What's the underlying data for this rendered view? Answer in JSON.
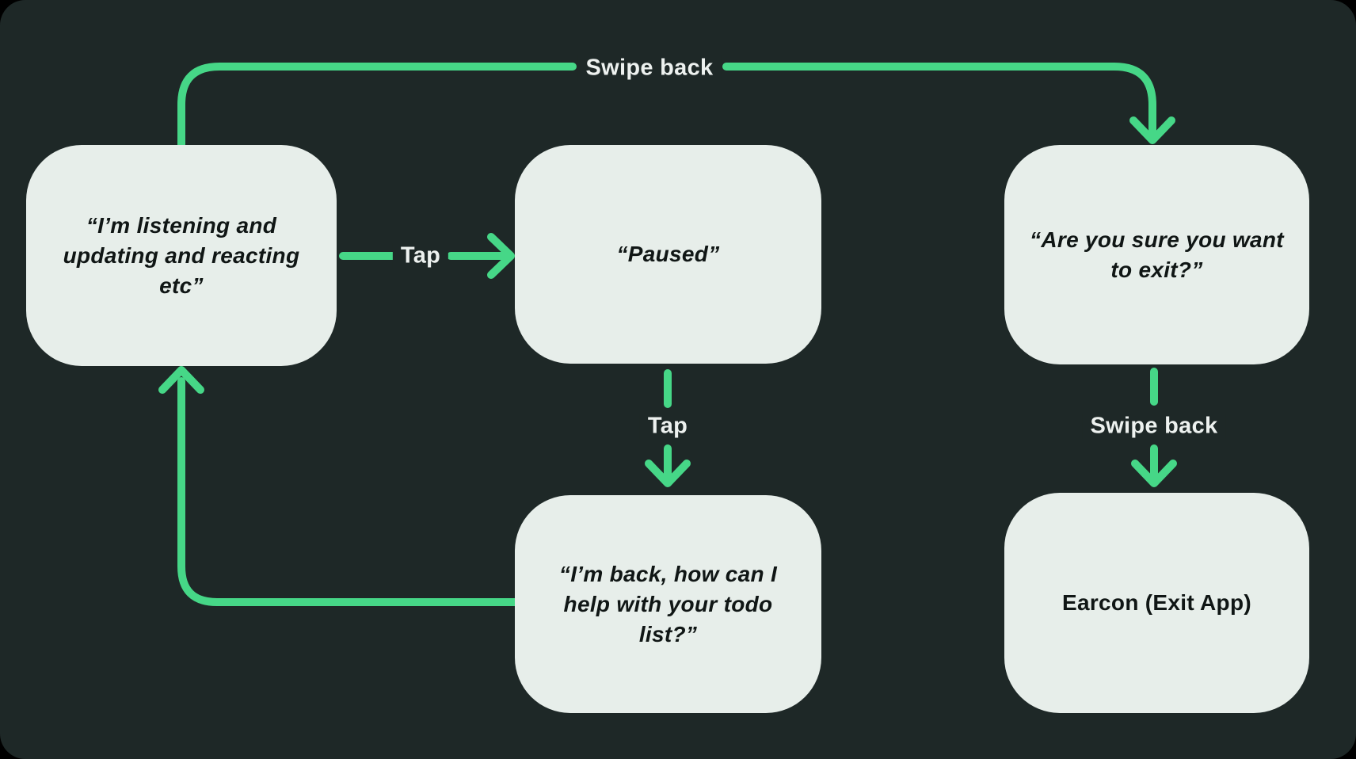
{
  "diagram": {
    "colors": {
      "canvas_bg": "#1e2827",
      "outer_bg": "#000000",
      "node_fill": "#e7eeea",
      "node_text": "#101615",
      "edge": "#46d787",
      "edge_label_text": "#edf1ef"
    },
    "nodes": [
      {
        "id": "listening",
        "text": "“I’m listening and updating and reacting etc”"
      },
      {
        "id": "paused",
        "text": "“Paused”"
      },
      {
        "id": "confirm-exit",
        "text": "“Are you sure you want to exit?”"
      },
      {
        "id": "back-todo",
        "text": "“I’m back, how can I help with your todo list?”"
      },
      {
        "id": "earcon-exit",
        "text": "Earcon (Exit App)"
      }
    ],
    "edges": [
      {
        "id": "swipe-back-top",
        "label": "Swipe back",
        "from": "listening",
        "to": "confirm-exit"
      },
      {
        "id": "tap-pause",
        "label": "Tap",
        "from": "listening",
        "to": "paused"
      },
      {
        "id": "tap-resume",
        "label": "Tap",
        "from": "paused",
        "to": "back-todo"
      },
      {
        "id": "swipe-back-exit",
        "label": "Swipe back",
        "from": "confirm-exit",
        "to": "earcon-exit"
      },
      {
        "id": "resume-loop",
        "label": "",
        "from": "back-todo",
        "to": "listening"
      }
    ]
  }
}
